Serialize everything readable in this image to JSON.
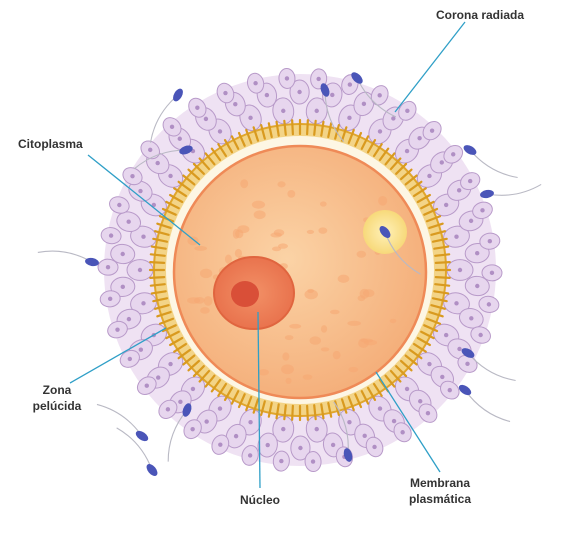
{
  "labels": {
    "corona_radiada": "Corona radiada",
    "citoplasma": "Citoplasma",
    "zona_pelucida_1": "Zona",
    "zona_pelucida_2": "pelúcida",
    "nucleo": "Núcleo",
    "membrana_1": "Membrana",
    "membrana_2": "plasmática"
  },
  "colors": {
    "corona_cells": "#e7d6ee",
    "corona_cell_stroke": "#b89ac9",
    "zona_pelucida": "#e9b436",
    "cytoplasm": "#f7bd8a",
    "membrane": "#ef8a57",
    "nucleus": "#ef7a55",
    "nucleolus": "#d9503a",
    "sperm_head": "#4a55b8",
    "leader_line": "#2f9fc7"
  }
}
